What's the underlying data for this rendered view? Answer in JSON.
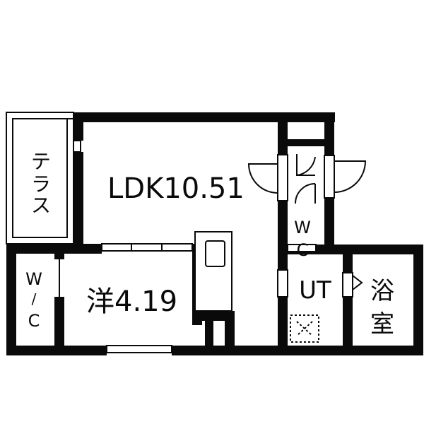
{
  "rooms": {
    "ldk": "LDK10.51",
    "western": "洋4.19",
    "terrace": [
      "テ",
      "ラ",
      "ス"
    ],
    "wc_left": [
      "W",
      "/",
      "C"
    ],
    "wc_right": [
      "W",
      "C"
    ],
    "ut": "UT",
    "bath": [
      "浴",
      "室"
    ]
  },
  "colors": {
    "wall": "#0a0a0a",
    "background": "#ffffff"
  }
}
